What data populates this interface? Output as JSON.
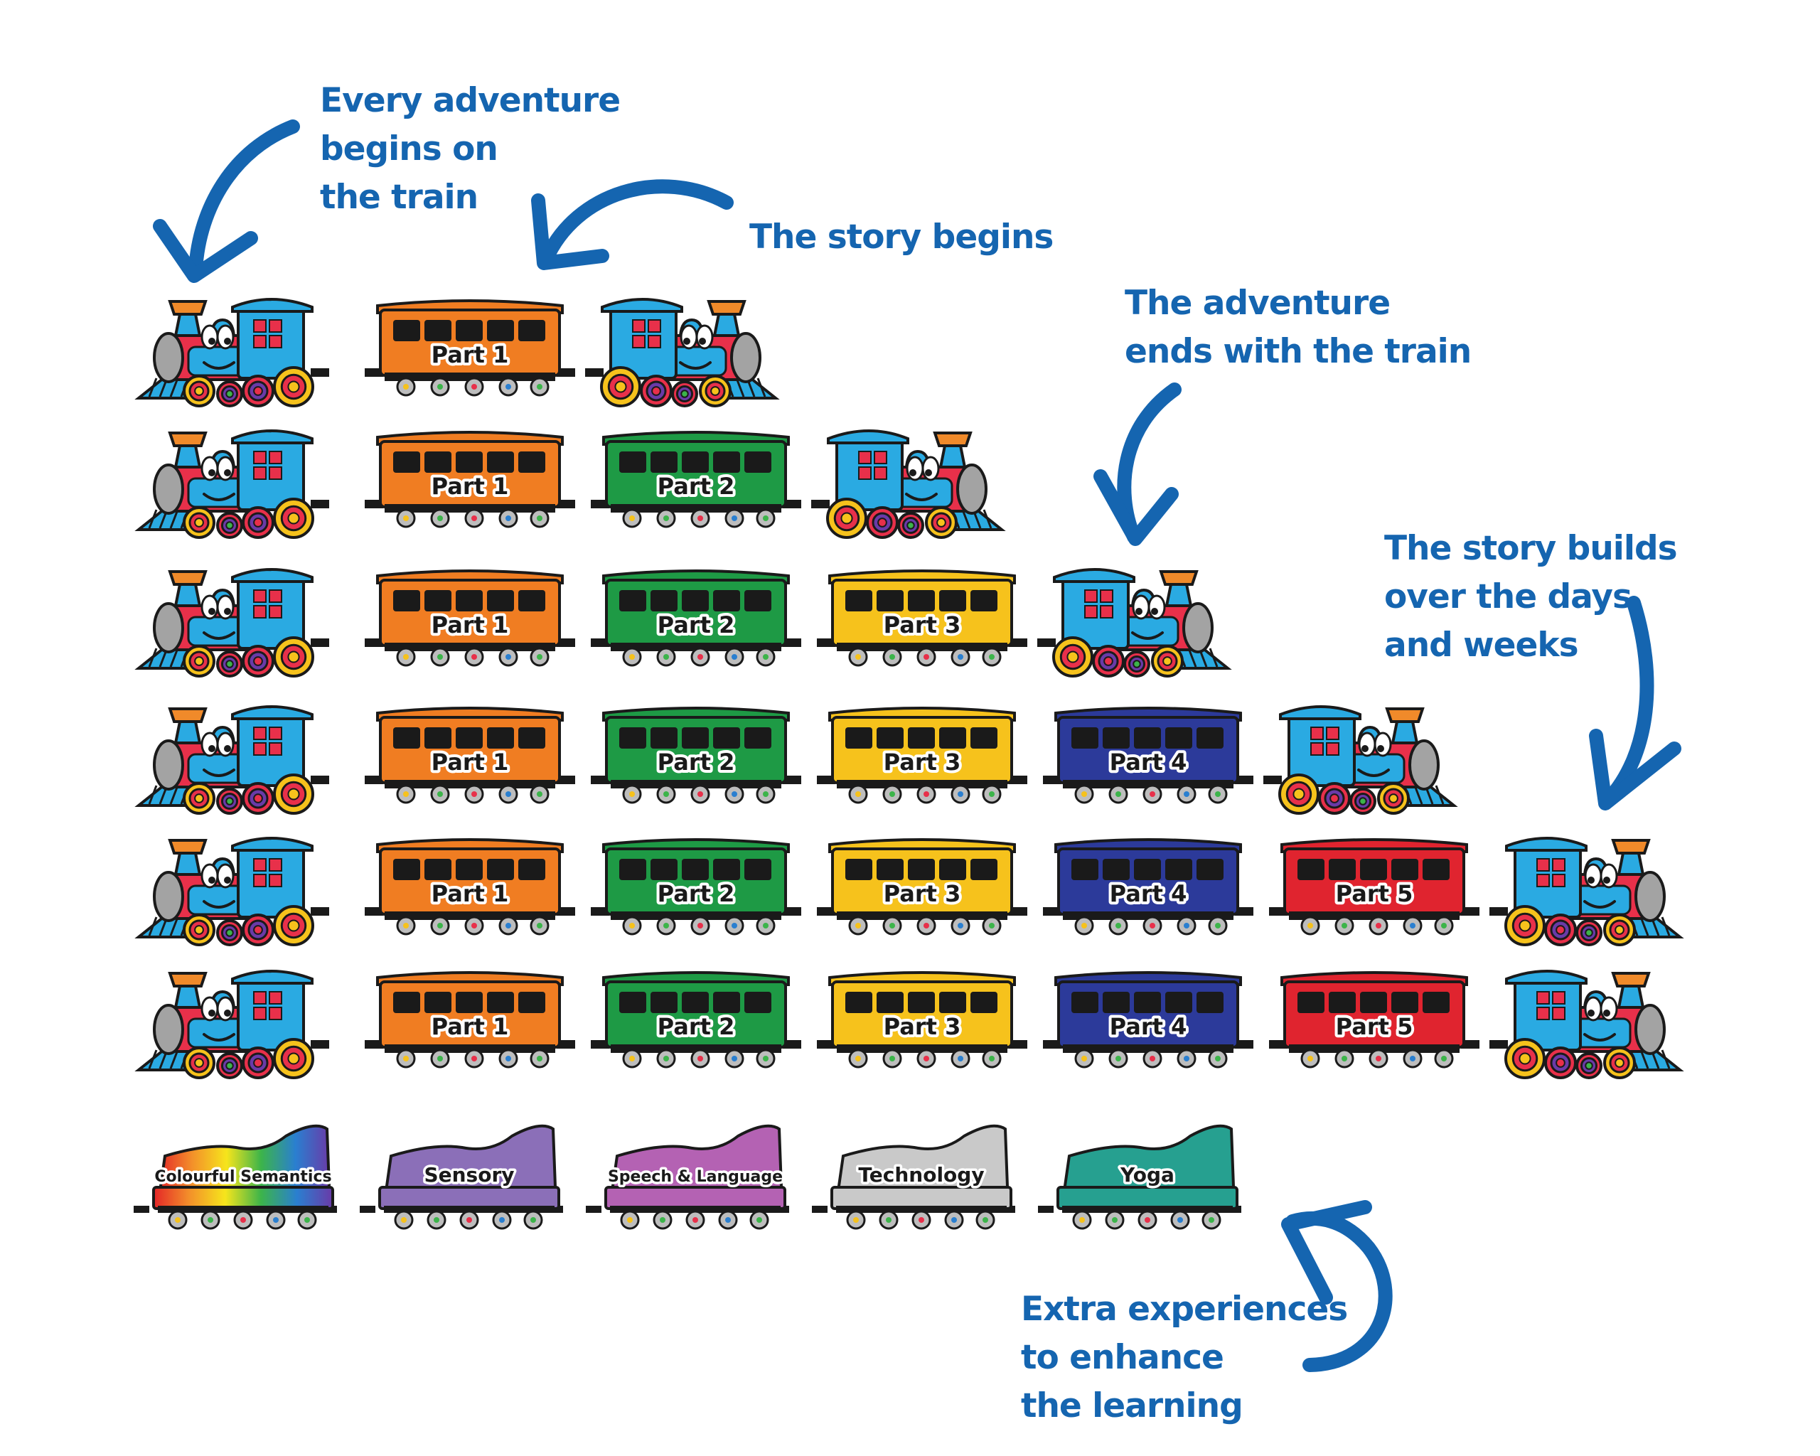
{
  "annotations": {
    "every_adventure": [
      "Every adventure",
      "begins on",
      "the train"
    ],
    "story_begins": [
      "The story begins"
    ],
    "adventure_ends": [
      "The adventure",
      "ends with the train"
    ],
    "story_builds": [
      "The story builds",
      "over the days",
      "and weeks"
    ],
    "extra_experiences": [
      "Extra experiences",
      "to enhance",
      "the learning"
    ]
  },
  "parts": [
    {
      "label": "Part 1",
      "color": "#f07d22"
    },
    {
      "label": "Part 2",
      "color": "#1e9a45"
    },
    {
      "label": "Part 3",
      "color": "#f6c21c"
    },
    {
      "label": "Part 4",
      "color": "#2c3a9a"
    },
    {
      "label": "Part 5",
      "color": "#e0242f"
    }
  ],
  "rows": [
    {
      "parts": 1
    },
    {
      "parts": 2
    },
    {
      "parts": 3
    },
    {
      "parts": 4
    },
    {
      "parts": 5
    },
    {
      "parts": 5
    }
  ],
  "extras": [
    {
      "label": "Colourful Semantics",
      "color": "rainbow"
    },
    {
      "label": "Sensory",
      "color": "#8b6fb8"
    },
    {
      "label": "Speech & Language",
      "color": "#b462b3"
    },
    {
      "label": "Technology",
      "color": "#c9c9c9"
    },
    {
      "label": "Yoga",
      "color": "#26a090"
    }
  ],
  "colors": {
    "annotation_blue": "#1565b0",
    "engine_blue": "#2aaae2"
  }
}
